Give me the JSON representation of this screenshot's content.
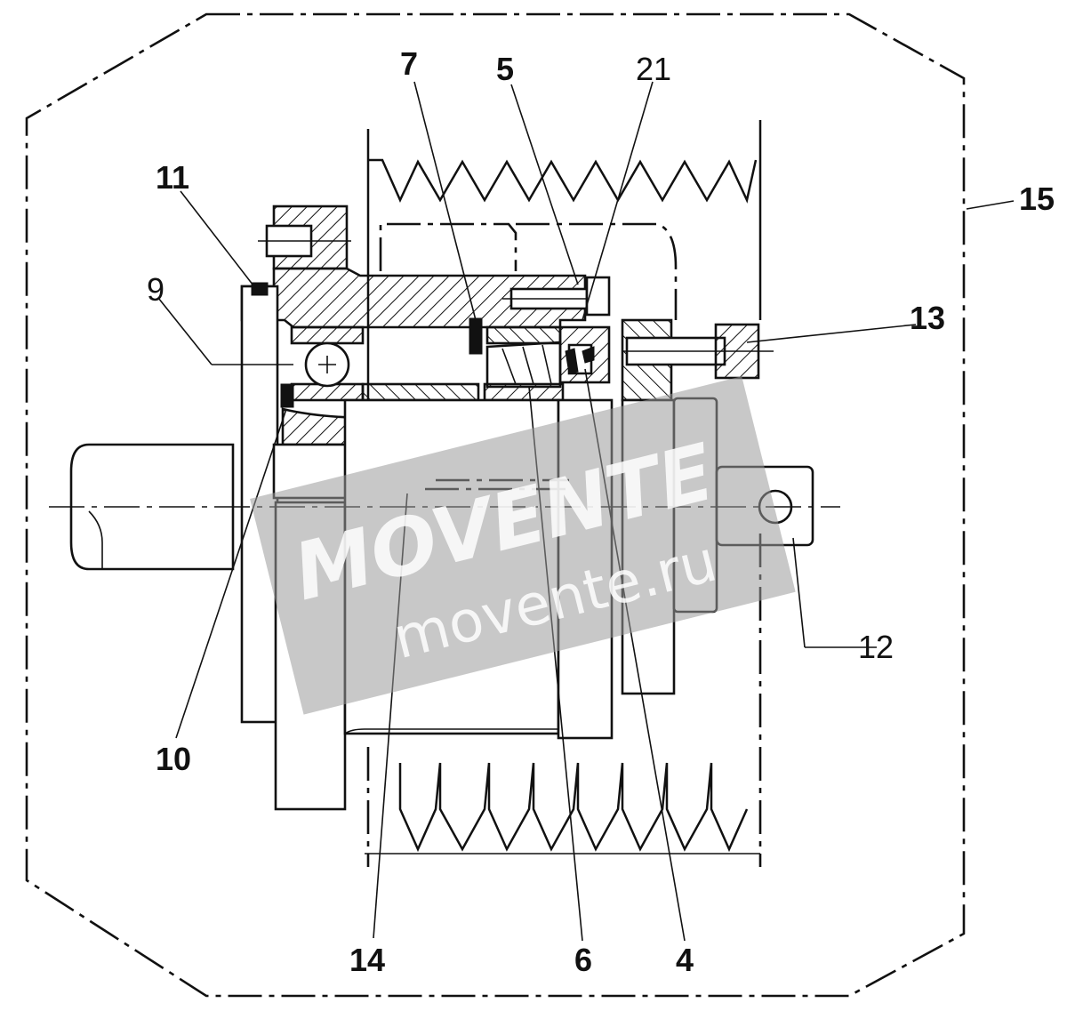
{
  "labels": {
    "l7": "7",
    "l5": "5",
    "l21": "21",
    "l11": "11",
    "l15": "15",
    "l9": "9",
    "l13": "13",
    "l12": "12",
    "l10": "10",
    "l14": "14",
    "l6": "6",
    "l4": "4"
  },
  "watermark": {
    "brand": "MOVENTE",
    "url": "movente.ru"
  },
  "colors": {
    "line": "#111111",
    "watermark": "#9a9a9a"
  }
}
